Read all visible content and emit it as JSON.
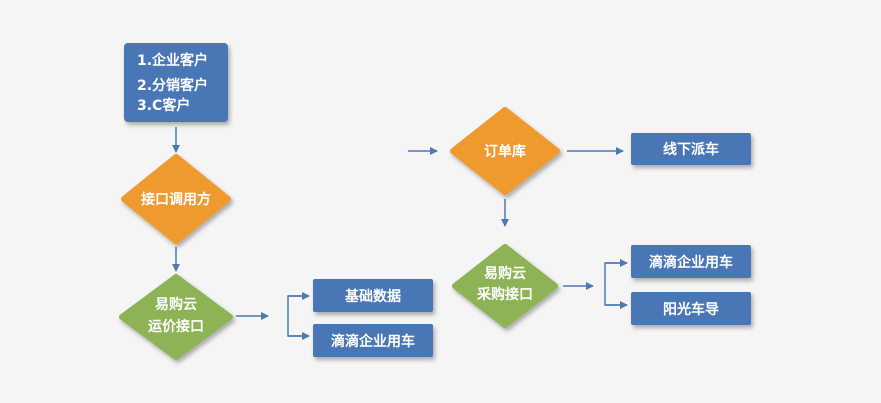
{
  "colors": {
    "blue": "#4a76b5",
    "orange": "#ee9a2e",
    "green": "#8db356",
    "arrow": "#4d78b2"
  },
  "nodes": {
    "customers": {
      "line1": "1.企业客户",
      "line2": "2.分销客户",
      "line3": "3.C客户"
    },
    "caller": {
      "label": "接口调用方"
    },
    "pricing": {
      "line1": "易购云",
      "line2": "运价接口"
    },
    "base_data": {
      "label": "基础数据"
    },
    "didi_left": {
      "label": "滴滴企业用车"
    },
    "order_db": {
      "label": "订单库"
    },
    "offline": {
      "label": "线下派车"
    },
    "purchase": {
      "line1": "易购云",
      "line2": "采购接口"
    },
    "didi_right": {
      "label": "滴滴企业用车"
    },
    "sunshine": {
      "label": "阳光车导"
    }
  }
}
